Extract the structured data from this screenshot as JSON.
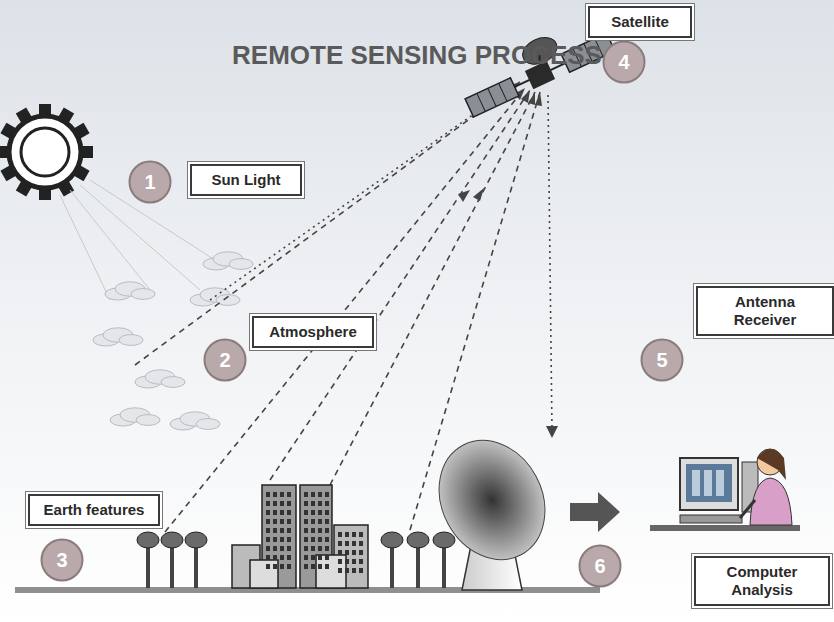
{
  "diagram": {
    "title": "REMOTE SENSING PROCESS",
    "nodes": [
      {
        "text": [
          "Satellite"
        ]
      },
      {
        "text": [
          "4"
        ]
      },
      {
        "text": [
          "1"
        ]
      },
      {
        "text": [
          "Sun Light"
        ]
      },
      {
        "text": [
          "Atmosphere"
        ]
      },
      {
        "text": [
          "2"
        ]
      },
      {
        "text": [
          "Antenna Receiver"
        ]
      },
      {
        "text": [
          "5"
        ]
      },
      {
        "text": [
          "Earth features"
        ]
      },
      {
        "text": [
          "3"
        ]
      },
      {
        "text": [
          "6"
        ]
      },
      {
        "text": [
          "Computer Analysis"
        ]
      }
    ]
  }
}
